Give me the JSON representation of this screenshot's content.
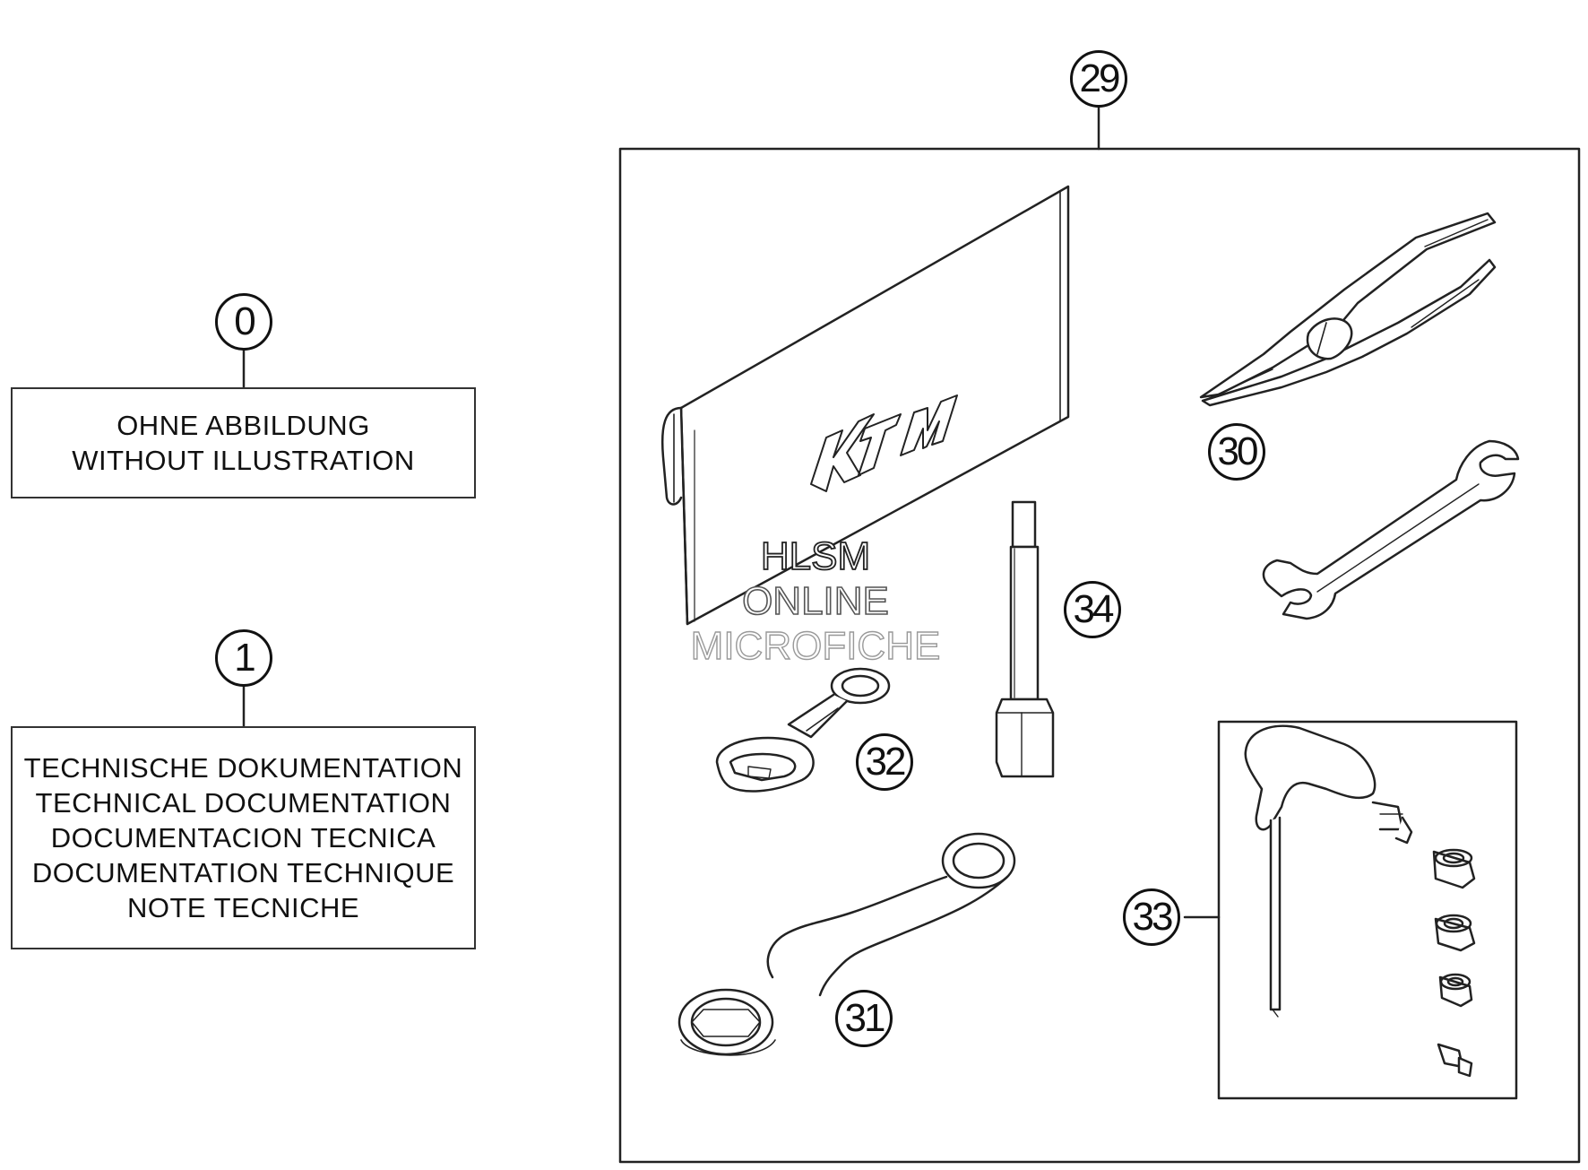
{
  "callouts": {
    "c0": "0",
    "c1": "1",
    "c29": "29",
    "c30": "30",
    "c31": "31",
    "c32": "32",
    "c33": "33",
    "c34": "34"
  },
  "note_0": {
    "lines": [
      "OHNE ABBILDUNG",
      "WITHOUT ILLUSTRATION"
    ]
  },
  "note_1": {
    "lines": [
      "TECHNISCHE DOKUMENTATION",
      "TECHNICAL DOCUMENTATION",
      "DOCUMENTACION TECNICA",
      "DOCUMENTATION TECHNIQUE",
      "NOTE TECNICHE"
    ]
  },
  "pouch_logo": "KTM",
  "watermark": {
    "line1": "HLSM",
    "line2": "ONLINE",
    "line3": "MICROFICHE"
  },
  "colors": {
    "line": "#222222",
    "watermark_stroke": "#555555"
  }
}
